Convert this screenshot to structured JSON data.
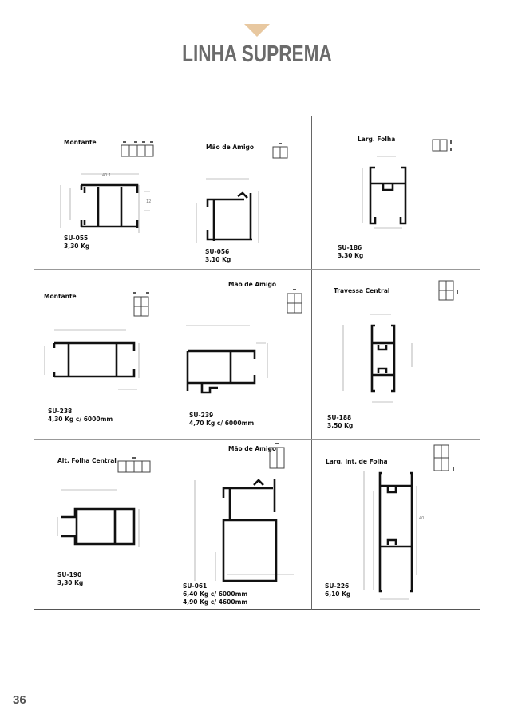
{
  "header": {
    "title": "LINHA SUPREMA",
    "accent_color": "#e8c8a0"
  },
  "page_number": "36",
  "profiles": [
    {
      "title": "Montante",
      "code": "SU-055",
      "weight": [
        "3,30 Kg"
      ]
    },
    {
      "title": "Mão de Amigo",
      "code": "SU-056",
      "weight": [
        "3,10 Kg"
      ]
    },
    {
      "title": "Larg. Folha",
      "code": "SU-186",
      "weight": [
        "3,30 Kg"
      ]
    },
    {
      "title": "Montante",
      "code": "SU-238",
      "weight": [
        "4,30 Kg c/ 6000mm"
      ]
    },
    {
      "title": "Mão de Amigo",
      "code": "SU-239",
      "weight": [
        "4,70 Kg c/ 6000mm"
      ]
    },
    {
      "title": "Travessa Central",
      "code": "SU-188",
      "weight": [
        "3,50 Kg"
      ]
    },
    {
      "title": "Alt. Folha Central",
      "code": "SU-190",
      "weight": [
        "3,30 Kg"
      ]
    },
    {
      "title": "Mão de Amigo",
      "code": "SU-061",
      "weight": [
        "6,40 Kg c/ 6000mm",
        "4,90 Kg c/ 4600mm"
      ]
    },
    {
      "title": "Larg. Int. de Folha",
      "code": "SU-226",
      "weight": [
        "6,10 Kg"
      ]
    }
  ],
  "dimensions": {
    "su226_a": "40",
    "su055_a": "12"
  }
}
